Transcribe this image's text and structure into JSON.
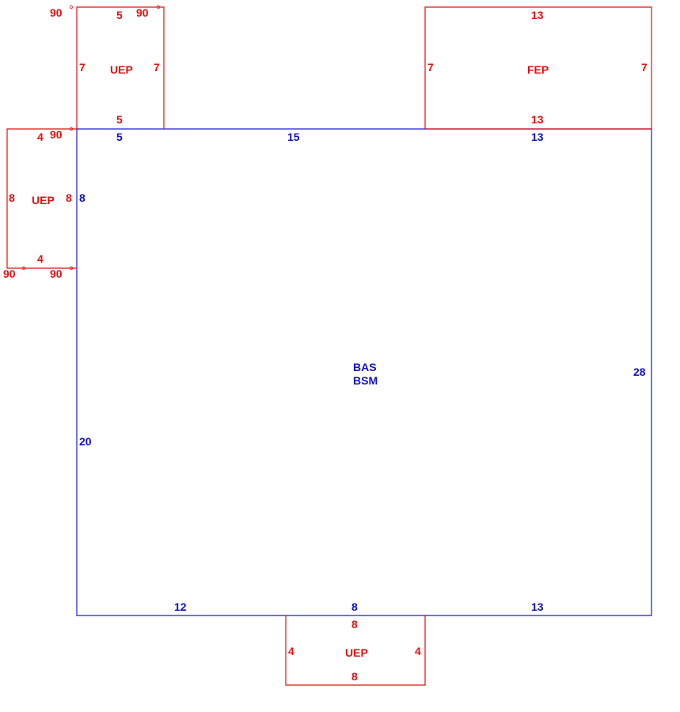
{
  "colors": {
    "addition": "#e01010",
    "main": "#1010c0",
    "background": "#ffffff"
  },
  "main_area": {
    "labels": [
      "BAS",
      "BSM"
    ],
    "dims": {
      "top_a": "5",
      "top_b": "15",
      "top_c": "13",
      "right": "28",
      "left_a": "8",
      "left_b": "20",
      "bottom_a": "12",
      "bottom_b": "8",
      "bottom_c": "13"
    }
  },
  "uep_top": {
    "label": "UEP",
    "dims": {
      "top": "5",
      "bottom": "5",
      "left": "7",
      "right": "7"
    },
    "angles": [
      "90",
      "90",
      "90"
    ]
  },
  "fep": {
    "label": "FEP",
    "dims": {
      "top": "13",
      "bottom": "13",
      "left": "7",
      "right": "7"
    }
  },
  "uep_left": {
    "label": "UEP",
    "dims": {
      "top": "4",
      "bottom": "4",
      "left": "8",
      "right": "8"
    },
    "angles": [
      "90",
      "90",
      "90"
    ]
  },
  "uep_bottom": {
    "label": "UEP",
    "dims": {
      "top": "8",
      "bottom": "8",
      "left": "4",
      "right": "4"
    }
  }
}
